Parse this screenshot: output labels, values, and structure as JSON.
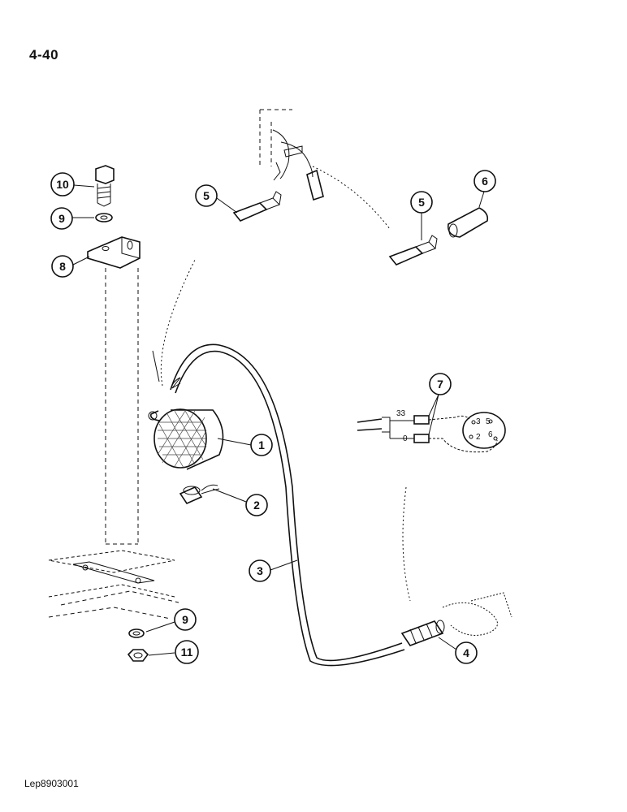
{
  "page": {
    "page_number": "4-40",
    "reference_code": "Lep8903001"
  },
  "callouts": [
    {
      "id": "c1",
      "label": "1"
    },
    {
      "id": "c2",
      "label": "2"
    },
    {
      "id": "c3",
      "label": "3"
    },
    {
      "id": "c4",
      "label": "4"
    },
    {
      "id": "c5a",
      "label": "5"
    },
    {
      "id": "c5b",
      "label": "5"
    },
    {
      "id": "c6",
      "label": "6"
    },
    {
      "id": "c7",
      "label": "7"
    },
    {
      "id": "c8",
      "label": "8"
    },
    {
      "id": "c9a",
      "label": "9"
    },
    {
      "id": "c9b",
      "label": "9"
    },
    {
      "id": "c10",
      "label": "10"
    },
    {
      "id": "c11",
      "label": "11"
    }
  ],
  "wiring_detail": {
    "wire_label_top": "33",
    "wire_label_bottom": "0",
    "socket_pins": [
      "3",
      "5",
      "2",
      "6"
    ]
  }
}
